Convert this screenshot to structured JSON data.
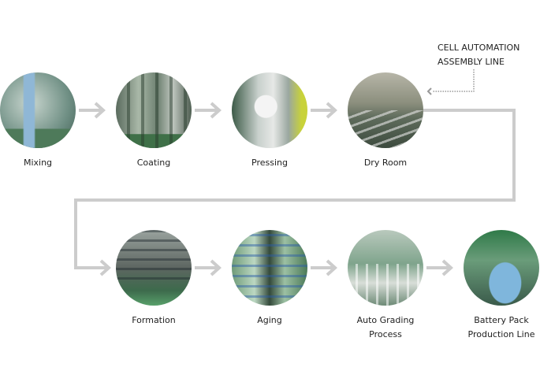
{
  "callout": {
    "line1": "CELL AUTOMATION",
    "line2": "ASSEMBLY LINE"
  },
  "steps": [
    {
      "label": "Mixing"
    },
    {
      "label": "Coating"
    },
    {
      "label": "Pressing"
    },
    {
      "label": "Dry Room"
    },
    {
      "label": "Formation"
    },
    {
      "label": "Aging"
    },
    {
      "label": "Auto Grading",
      "label2": "Process"
    },
    {
      "label": "Battery Pack",
      "label2": "Production Line"
    }
  ],
  "colors": {
    "connector": "#cccccc",
    "callout_line": "#666666"
  }
}
